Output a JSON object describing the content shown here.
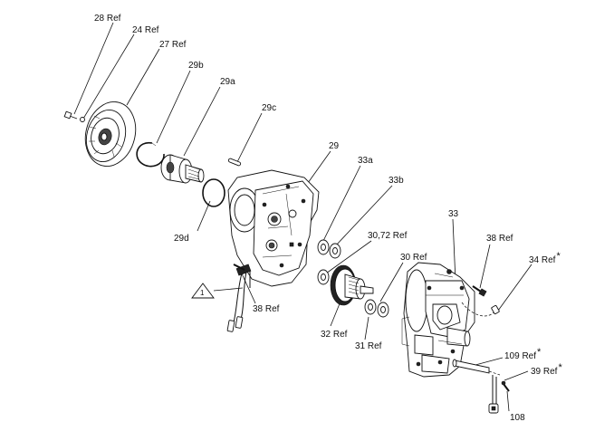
{
  "labels": {
    "l28ref": "28 Ref",
    "l24ref": "24 Ref",
    "l27ref": "27 Ref",
    "l29b": "29b",
    "l29a": "29a",
    "l29c": "29c",
    "l29": "29",
    "l33a": "33a",
    "l33b": "33b",
    "l3072ref": "30,72 Ref",
    "l30ref": "30 Ref",
    "l33": "33",
    "l38ref_top": "38 Ref",
    "l34ref": "34 Ref",
    "l29d": "29d",
    "l38ref": "38 Ref",
    "l32ref": "32 Ref",
    "l31ref": "31 Ref",
    "l109ref": "109 Ref",
    "l39ref": "39 Ref",
    "l108": "108",
    "warning_number": "1",
    "star": "*"
  }
}
